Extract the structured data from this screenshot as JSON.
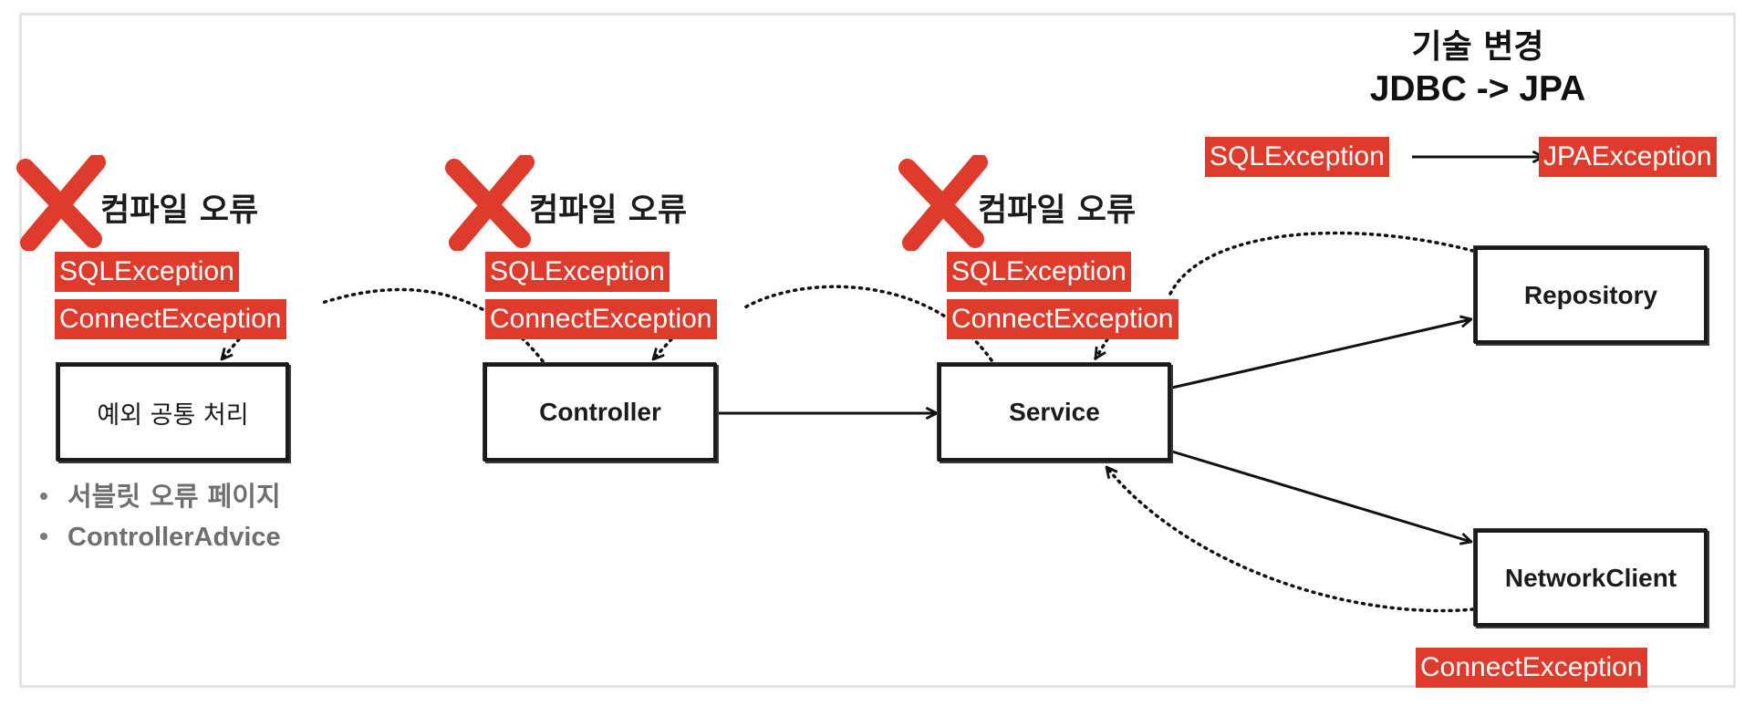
{
  "title": {
    "line1": "기술 변경",
    "line2": "JDBC -> JPA"
  },
  "migration": {
    "from": "SQLException",
    "to": "JPAException"
  },
  "columns": [
    {
      "error_label": "컴파일 오류",
      "exceptions": [
        "SQLException",
        "ConnectException"
      ],
      "box_label": "예외 공통 처리"
    },
    {
      "error_label": "컴파일 오류",
      "exceptions": [
        "SQLException",
        "ConnectException"
      ],
      "box_label": "Controller"
    },
    {
      "error_label": "컴파일 오류",
      "exceptions": [
        "SQLException",
        "ConnectException"
      ],
      "box_label": "Service"
    }
  ],
  "repository": {
    "label": "Repository"
  },
  "network_client": {
    "label": "NetworkClient",
    "exception": "ConnectException"
  },
  "handlers": [
    "서블릿 오류 페이지",
    "ControllerAdvice"
  ],
  "colors": {
    "exception_tag": "#df3b2c",
    "error_mark": "#df3b2c",
    "line": "#111111",
    "handler_text": "#6f6f6f"
  }
}
